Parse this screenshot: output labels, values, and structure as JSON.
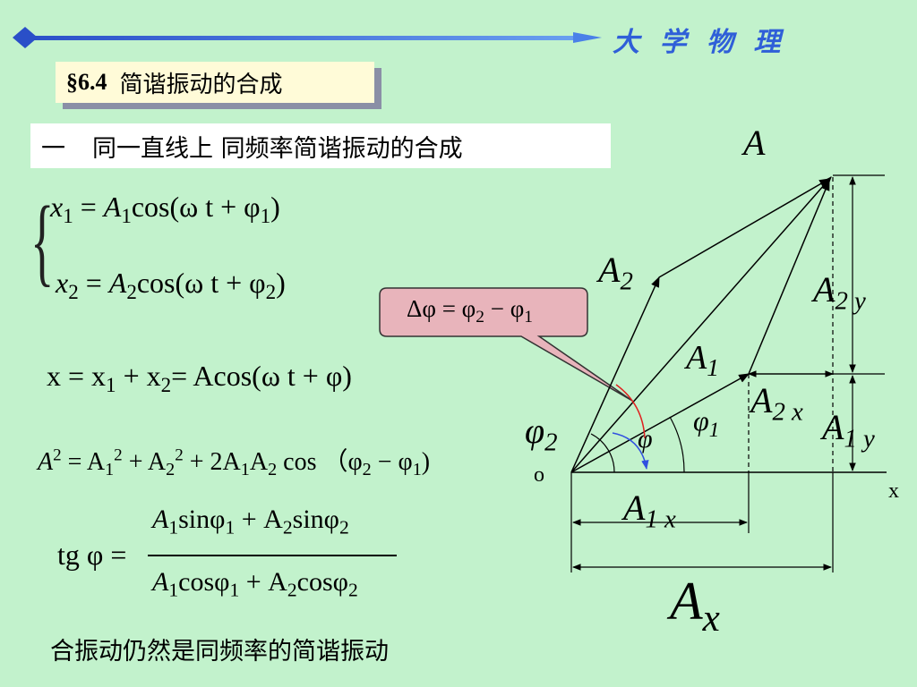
{
  "header": {
    "course_title": "大 学 物 理"
  },
  "section": {
    "number": "§6.4",
    "title": "简谐振动的合成"
  },
  "subtitle": {
    "index": "一",
    "text": "同一直线上  同频率简谐振动的合成"
  },
  "equations": {
    "x1": {
      "lhs": "x",
      "lhs_sub": "1",
      "amp": "A",
      "amp_sub": "1",
      "body": "cos(ω t + φ",
      "phase_sub": "1",
      "close": ")"
    },
    "x2": {
      "lhs": "x",
      "lhs_sub": "2",
      "amp": "A",
      "amp_sub": "2",
      "body": "cos(ω t + φ",
      "phase_sub": "2",
      "close": ")"
    },
    "sum": {
      "prefix": "x = x",
      "s1": "1",
      "plus": " + x",
      "s2": "2",
      "rest": "= Acos(ω t + φ)"
    },
    "amp": {
      "a": "A",
      "a_sup": "2",
      "eq": " = A",
      "a1_sub": "1",
      "a1_sup": "2",
      "plus1": " + A",
      "a2_sub": "2",
      "a2_sup": "2",
      "plus2": " + 2A",
      "s1": "1",
      "a_mid": "A",
      "s2": "2",
      "cos": " cos （φ",
      "p2": "2",
      "minus": " − φ",
      "p1": "1",
      "close": ")"
    },
    "tan": {
      "lhs": "tg φ =",
      "num": {
        "a": "A",
        "s1": "1",
        "sin1": "sinφ",
        "ps1": "1",
        "plus": " + A",
        "s2": "2",
        "sin2": "sinφ",
        "ps2": "2"
      },
      "den": {
        "a": "A",
        "s1": "1",
        "cos1": "cosφ",
        "ps1": "1",
        "plus": " + A",
        "s2": "2",
        "cos2": "cosφ",
        "ps2": "2"
      }
    }
  },
  "callout": {
    "delta": "Δφ = φ",
    "s2": "2",
    "minus": " − φ",
    "s1": "1"
  },
  "diagram": {
    "label_A": "A",
    "label_A2": "A",
    "label_A2_sub": "2",
    "label_A1": "A",
    "label_A1_sub": "1",
    "label_A2y": "A",
    "label_A2y_sub": "2 y",
    "label_A2x": "A",
    "label_A2x_sub": "2 x",
    "label_A1y": "A",
    "label_A1y_sub": "1 y",
    "label_A1x": "A",
    "label_A1x_sub": "1 x",
    "label_Ax": "A",
    "label_Ax_sub": "x",
    "label_phi": "φ",
    "label_phi1": "φ",
    "label_phi1_sub": "1",
    "label_phi2": "φ",
    "label_phi2_sub": "2",
    "label_origin": "o",
    "label_xaxis": "x"
  },
  "conclusion": {
    "text": "合振动仍然是同频率的简谐振动"
  },
  "colors": {
    "background": "#c2f2cc",
    "header_blue": "#2f5fd8",
    "callout_fill": "#e8b4bb",
    "arc_red": "#e02020",
    "arc_blue": "#3050e0"
  }
}
